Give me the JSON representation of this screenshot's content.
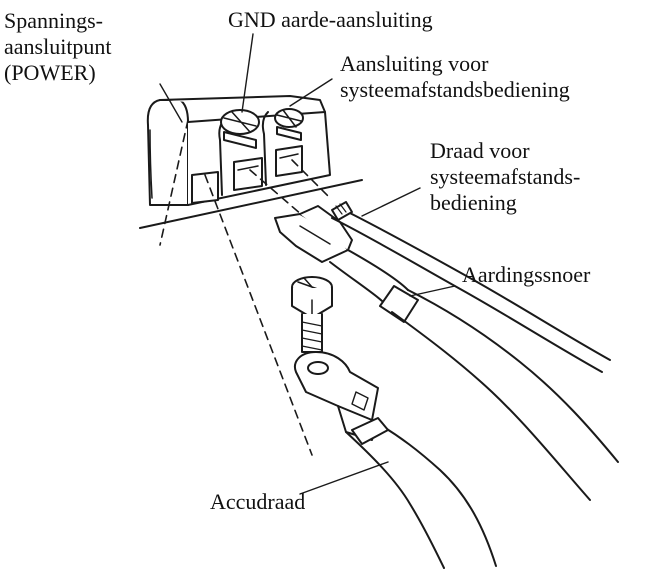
{
  "colors": {
    "ink": "#1a1a1a",
    "paper": "#ffffff",
    "shade": "#d9d9d9"
  },
  "labels": {
    "power": [
      "Spannings-",
      "aansluitpunt",
      "(POWER)"
    ],
    "gnd": [
      "GND aarde-aansluiting"
    ],
    "remote_terminal": [
      "Aansluiting voor",
      "systeemafstandsbediening"
    ],
    "remote_wire": [
      "Draad voor",
      "systeemafstands-",
      "bediening"
    ],
    "ground_cord": [
      "Aardingssnoer"
    ],
    "battery_wire": [
      "Accudraad"
    ]
  }
}
